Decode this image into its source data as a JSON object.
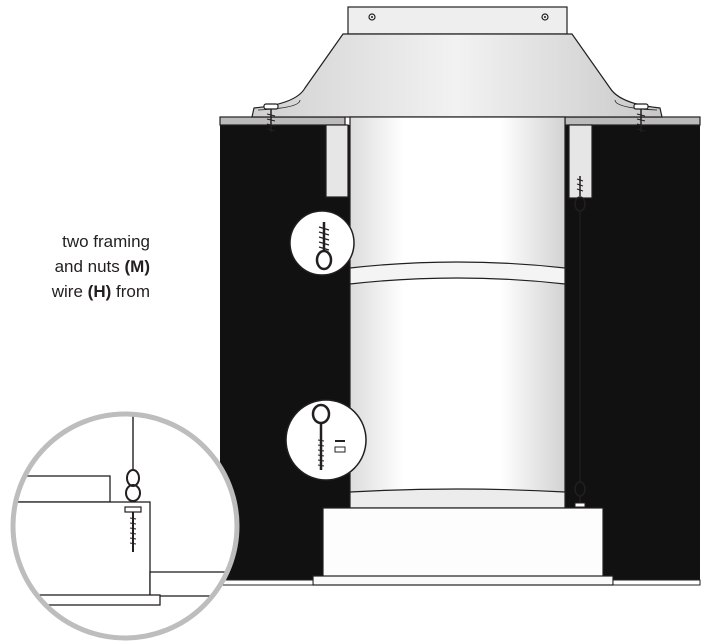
{
  "instruction": {
    "line1": "two framing",
    "line2_text": "and nuts ",
    "line2_ref": "(M)",
    "line3_text": "wire ",
    "line3_ref": "(H)",
    "line3_tail": " from"
  },
  "colors": {
    "ink": "#231f20",
    "cavity": "#111111",
    "pipe": "#fafafa",
    "bracket": "#e6e6e6",
    "zoom_ring": "#bdbdbd"
  },
  "icons": [
    "eye-screw-icon",
    "eye-bolt-icon",
    "nut-icon",
    "wire-icon"
  ]
}
